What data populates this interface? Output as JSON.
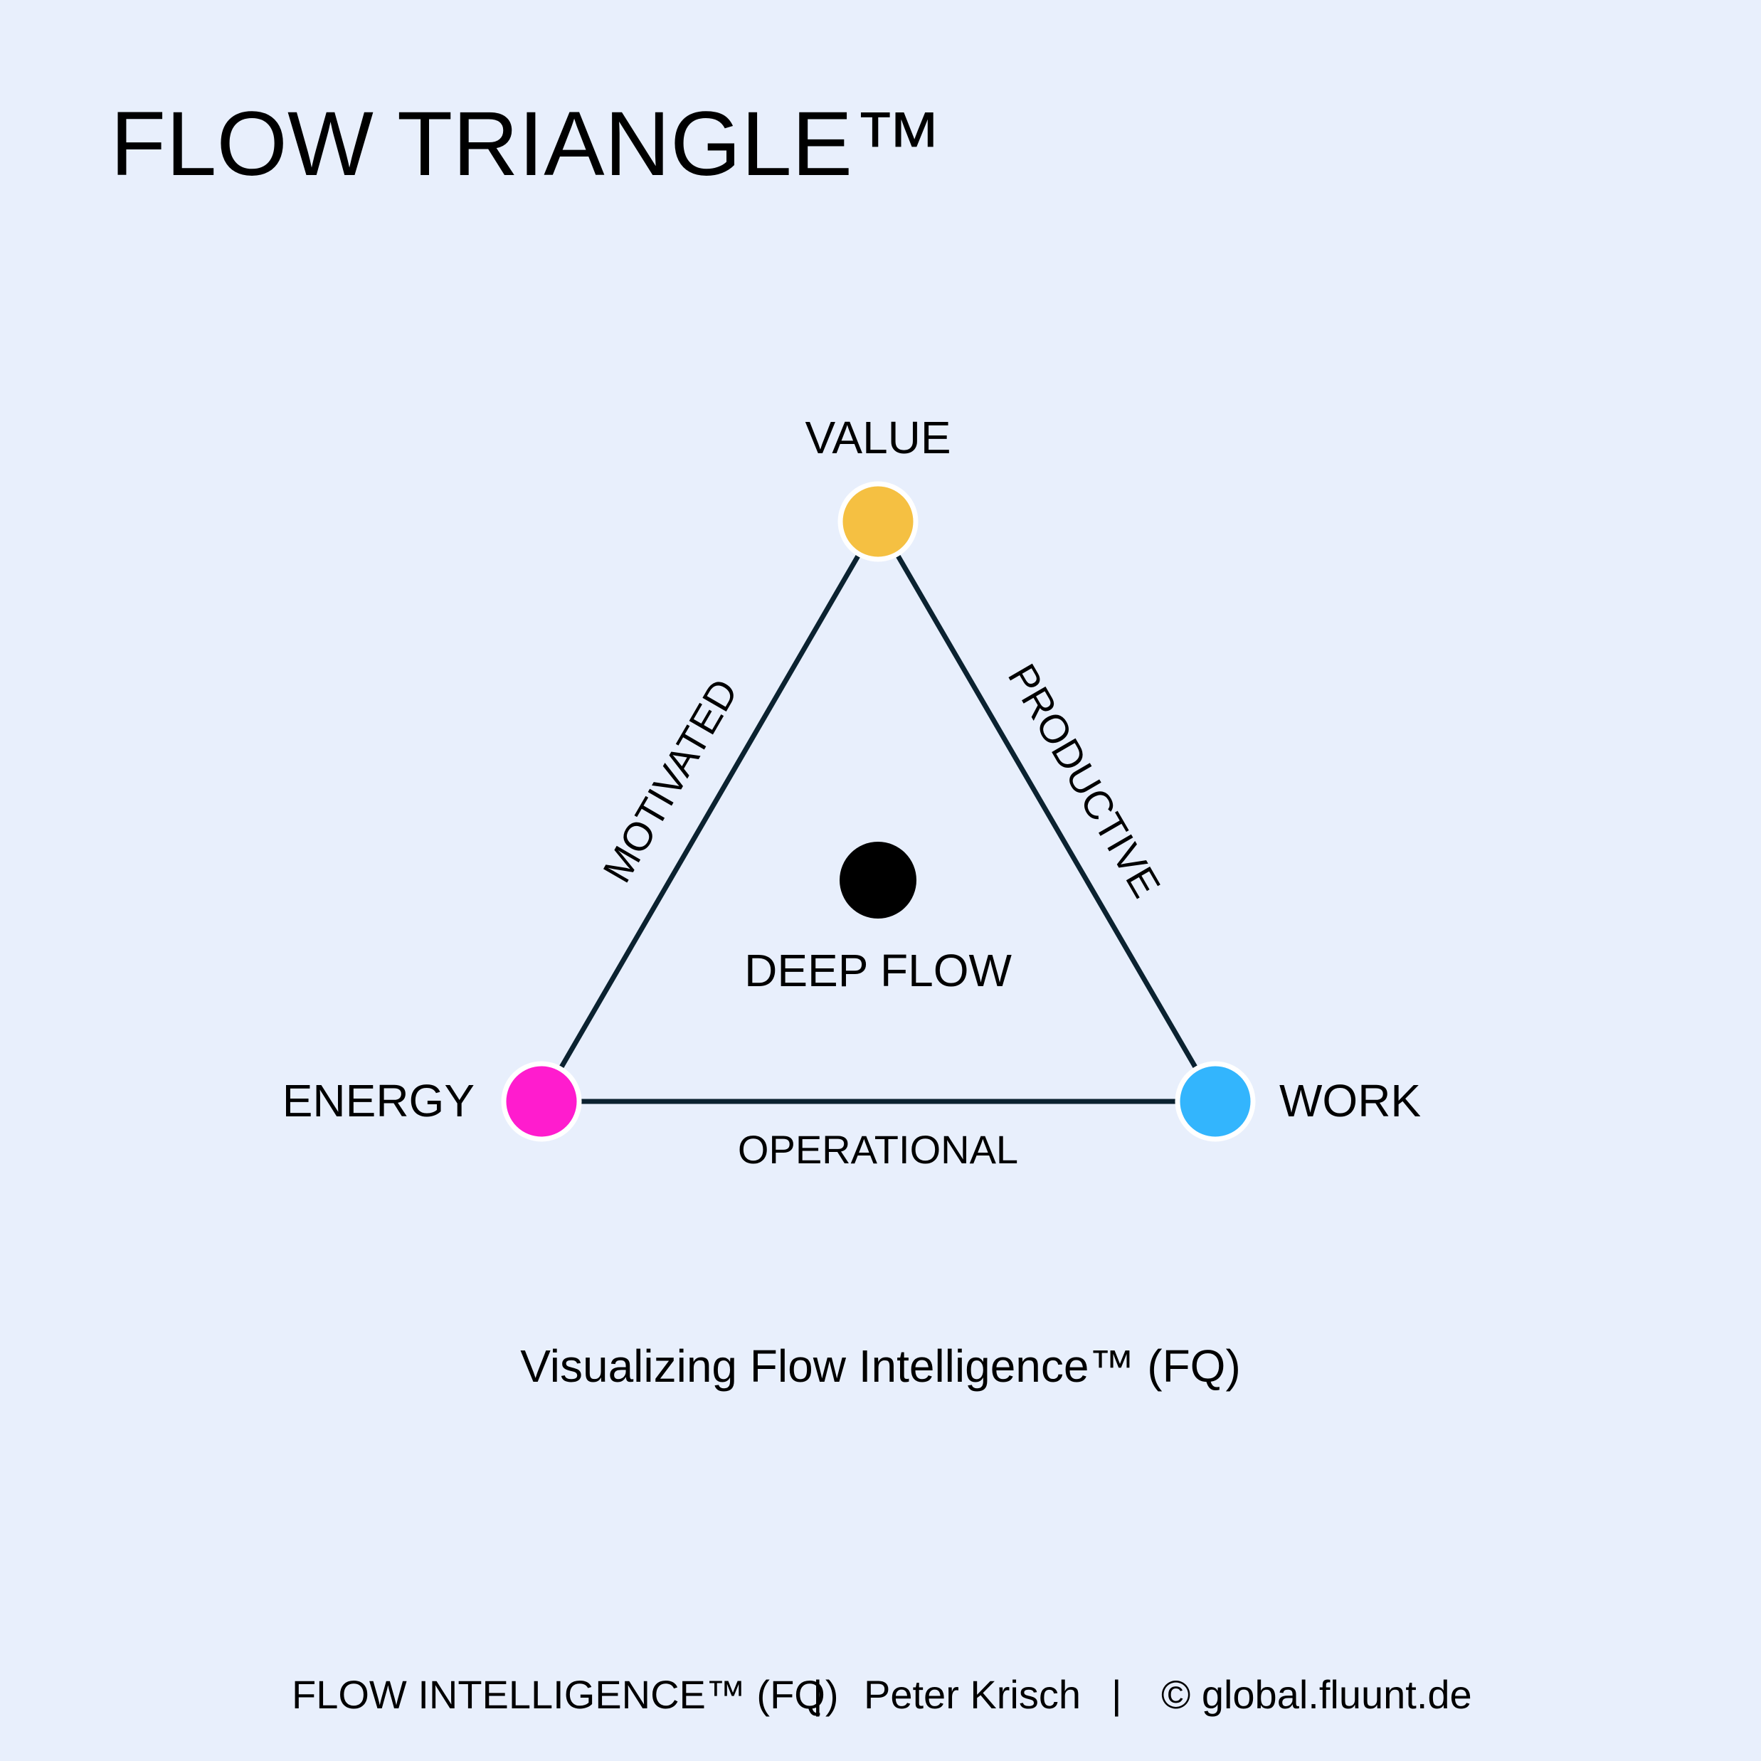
{
  "title": "FLOW TRIANGLE™",
  "colors": {
    "background": "#e8effc",
    "edge": "#0b2230",
    "node_border": "#ffffff",
    "center": "#000000"
  },
  "nodes": [
    {
      "id": "value",
      "label": "VALUE",
      "color": "#f5c042"
    },
    {
      "id": "energy",
      "label": "ENERGY",
      "color": "#ff1cce"
    },
    {
      "id": "work",
      "label": "WORK",
      "color": "#33b5fd"
    }
  ],
  "edges": [
    {
      "from": "energy",
      "to": "value",
      "label": "MOTIVATED"
    },
    {
      "from": "value",
      "to": "work",
      "label": "PRODUCTIVE"
    },
    {
      "from": "energy",
      "to": "work",
      "label": "OPERATIONAL"
    }
  ],
  "center": {
    "label": "DEEP FLOW"
  },
  "subtitle": "Visualizing Flow Intelligence™ (FQ)",
  "footer": {
    "brand": "FLOW INTELLIGENCE™ (FQ)",
    "separator": "|",
    "author": "Peter Krisch",
    "copyright": "© global.fluunt.de"
  }
}
